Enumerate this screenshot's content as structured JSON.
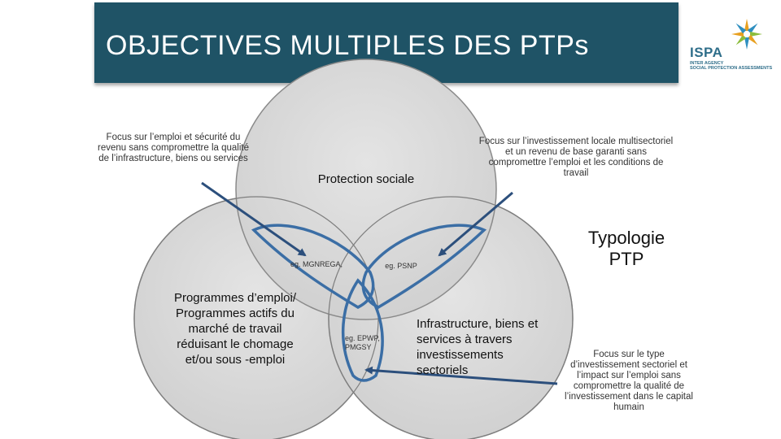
{
  "header": {
    "title": "OBJECTIVES MULTIPLES DES PTPs"
  },
  "logo": {
    "word": "ISPA",
    "sub_line1": "INTER AGENCY",
    "sub_line2": "SOCIAL PROTECTION ASSESSMENTS"
  },
  "diagram": {
    "circle_top_label": "Protection sociale",
    "circle_left_label": "Programmes d’emploi/ Programmes actifs du marché de travail réduisant le chomage et/ou sous -emploi",
    "circle_right_label": "Infrastructure, biens et services à travers investissements sectoriels",
    "example_left": "eg. MGNREGA,",
    "example_right": "eg. PSNP",
    "example_center": "eg. EPWP, PMGSY",
    "typology_label": "Typologie PTP"
  },
  "annotations": {
    "top_left": "Focus sur l’emploi et sécurité du revenu sans compromettre la qualité de l’infrastructure, biens ou services",
    "top_right": "Focus sur l’investissement locale multisectoriel et un revenu de base garanti sans compromettre l’emploi et les conditions de travail",
    "bottom_right": "Focus sur le type d’investissement sectoriel et l’impact sur l’emploi sans compromettre la qualité de l’investissement dans le capital humain"
  },
  "colors": {
    "title_bar": "#1f5366",
    "circle_fill": "#d9d9d9",
    "outline": "#3b6ea5",
    "arrow": "#2c4f7c"
  }
}
